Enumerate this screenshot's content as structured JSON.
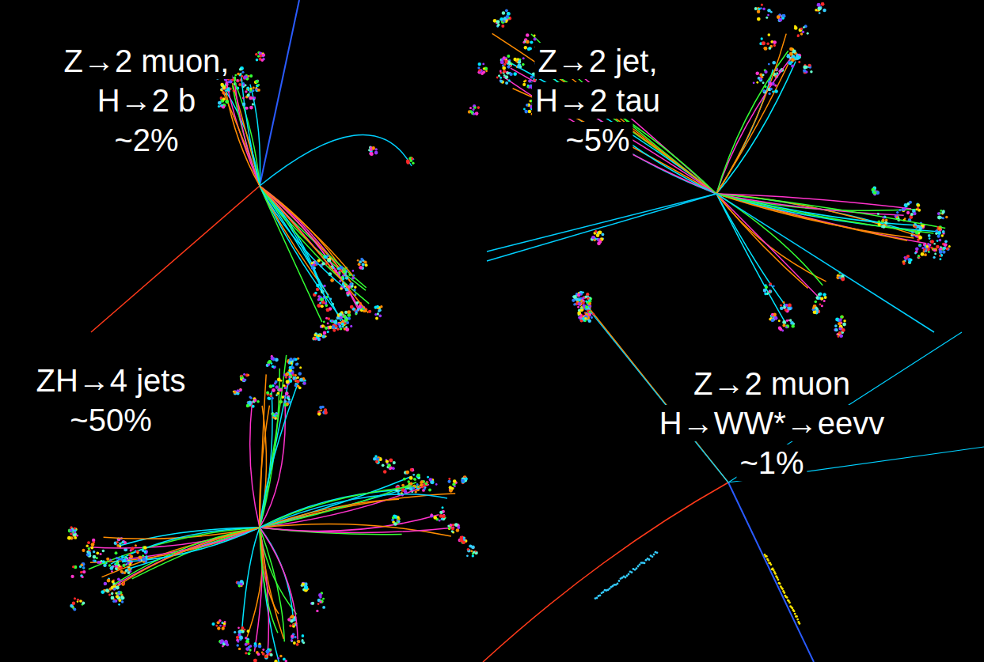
{
  "diagram": {
    "labels": [
      "Z→2 muon,",
      "H→2 b",
      "~2%",
      "Z→2 jet,",
      "H→2 tau",
      "~5%",
      "ZH→4 jets",
      "~50%",
      "Z→2 muon",
      "H→WW*→eevv",
      "~1%"
    ]
  }
}
